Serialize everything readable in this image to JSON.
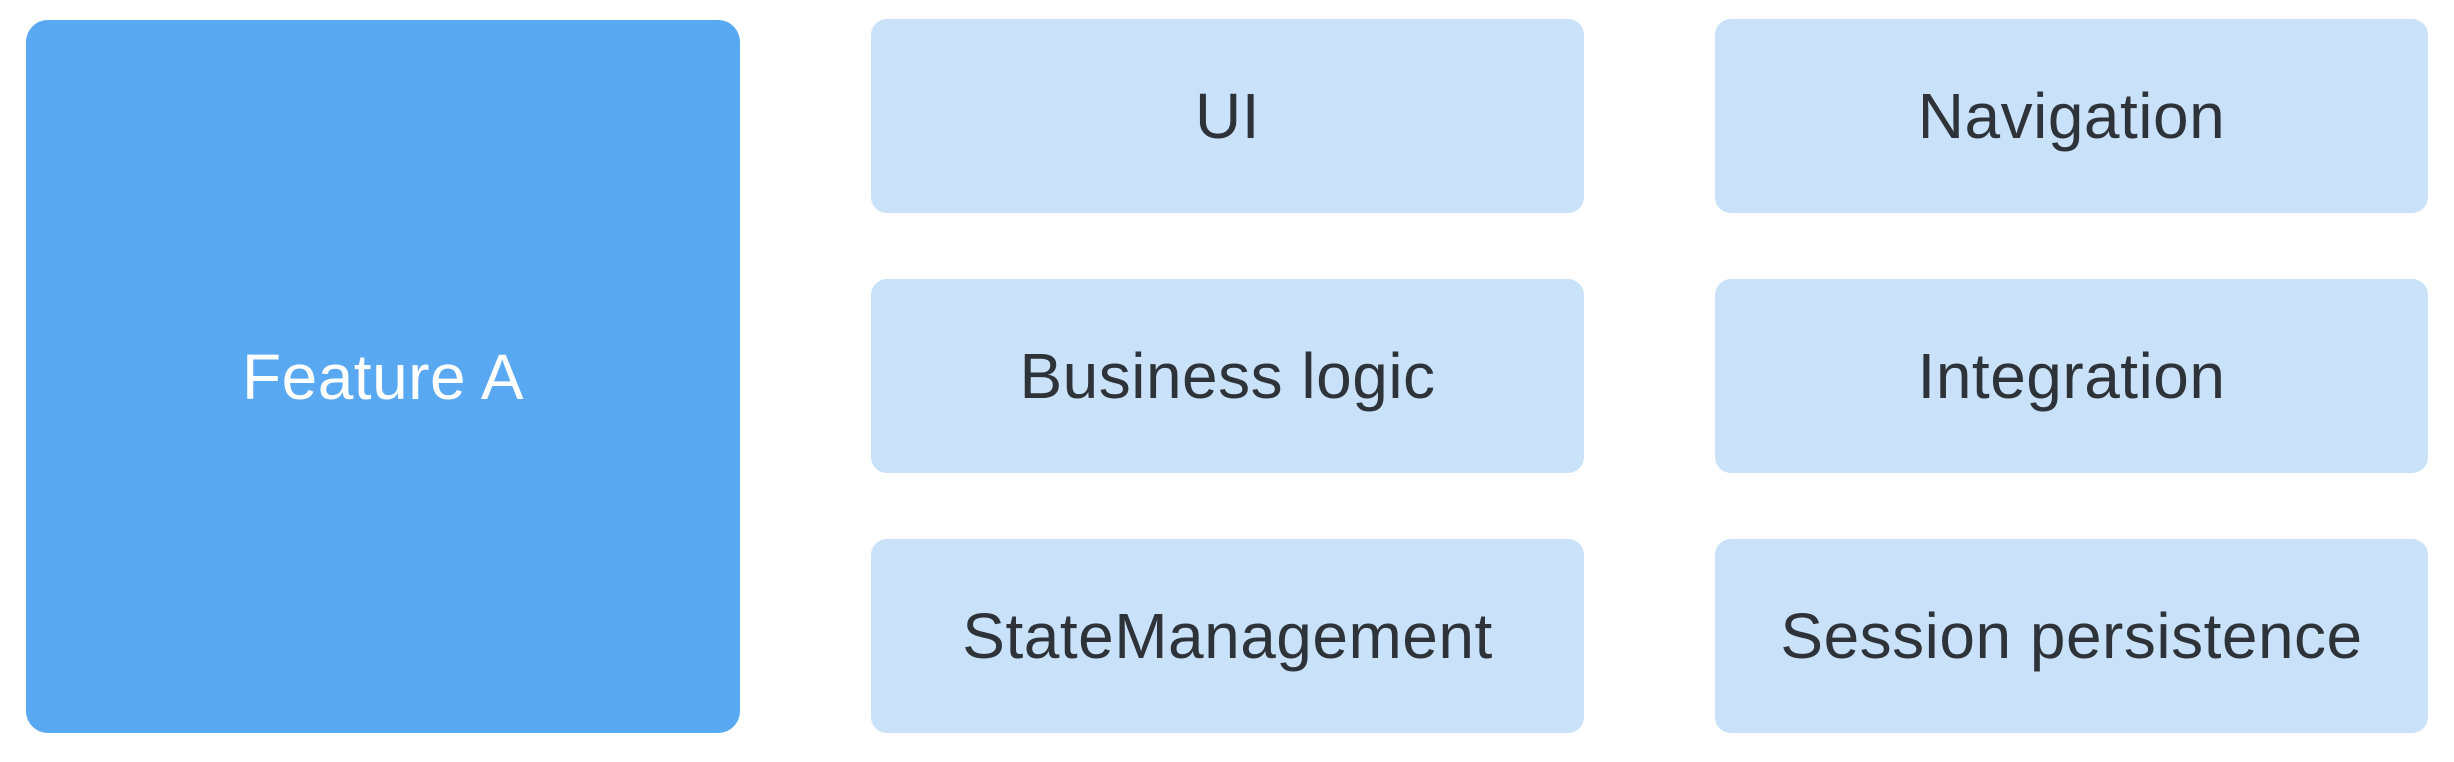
{
  "colors": {
    "page-bg": "#ffffff",
    "feature-fill": "#58a8f2",
    "feature-text": "#ffffff",
    "module-fill": "#c9e2fa",
    "module-text": "#2d3338"
  },
  "feature": {
    "label": "Feature A"
  },
  "columns": [
    {
      "items": [
        "UI",
        "Business logic",
        "StateManagement"
      ]
    },
    {
      "items": [
        "Navigation",
        "Integration",
        "Session persistence"
      ]
    }
  ]
}
